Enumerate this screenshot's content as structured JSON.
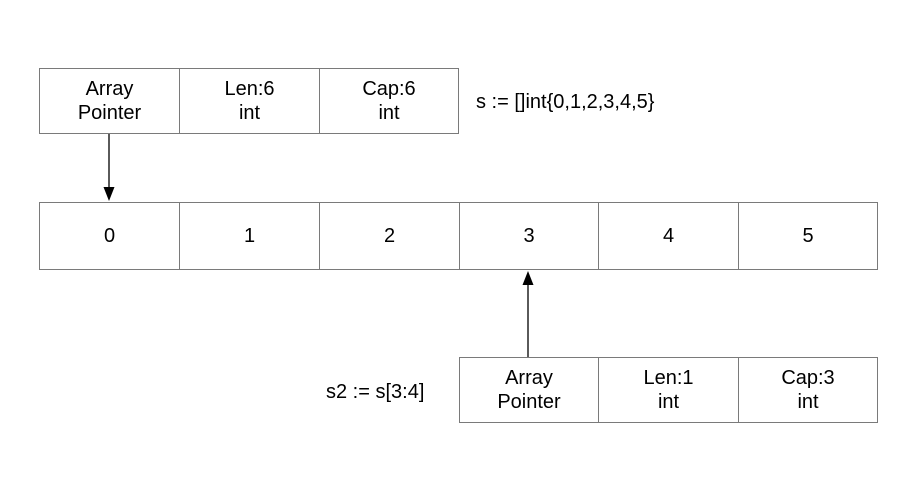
{
  "slice_s": {
    "header": [
      {
        "line1": "Array",
        "line2": "Pointer"
      },
      {
        "line1": "Len:6",
        "line2": "int"
      },
      {
        "line1": "Cap:6",
        "line2": "int"
      }
    ],
    "declaration": "s := []int{0,1,2,3,4,5}"
  },
  "array": {
    "cells": [
      "0",
      "1",
      "2",
      "3",
      "4",
      "5"
    ]
  },
  "slice_s2": {
    "header": [
      {
        "line1": "Array",
        "line2": "Pointer"
      },
      {
        "line1": "Len:1",
        "line2": "int"
      },
      {
        "line1": "Cap:3",
        "line2": "int"
      }
    ],
    "declaration": "s2 := s[3:4]"
  },
  "colors": {
    "border": "#7a7a7a",
    "arrow": "#000000"
  }
}
